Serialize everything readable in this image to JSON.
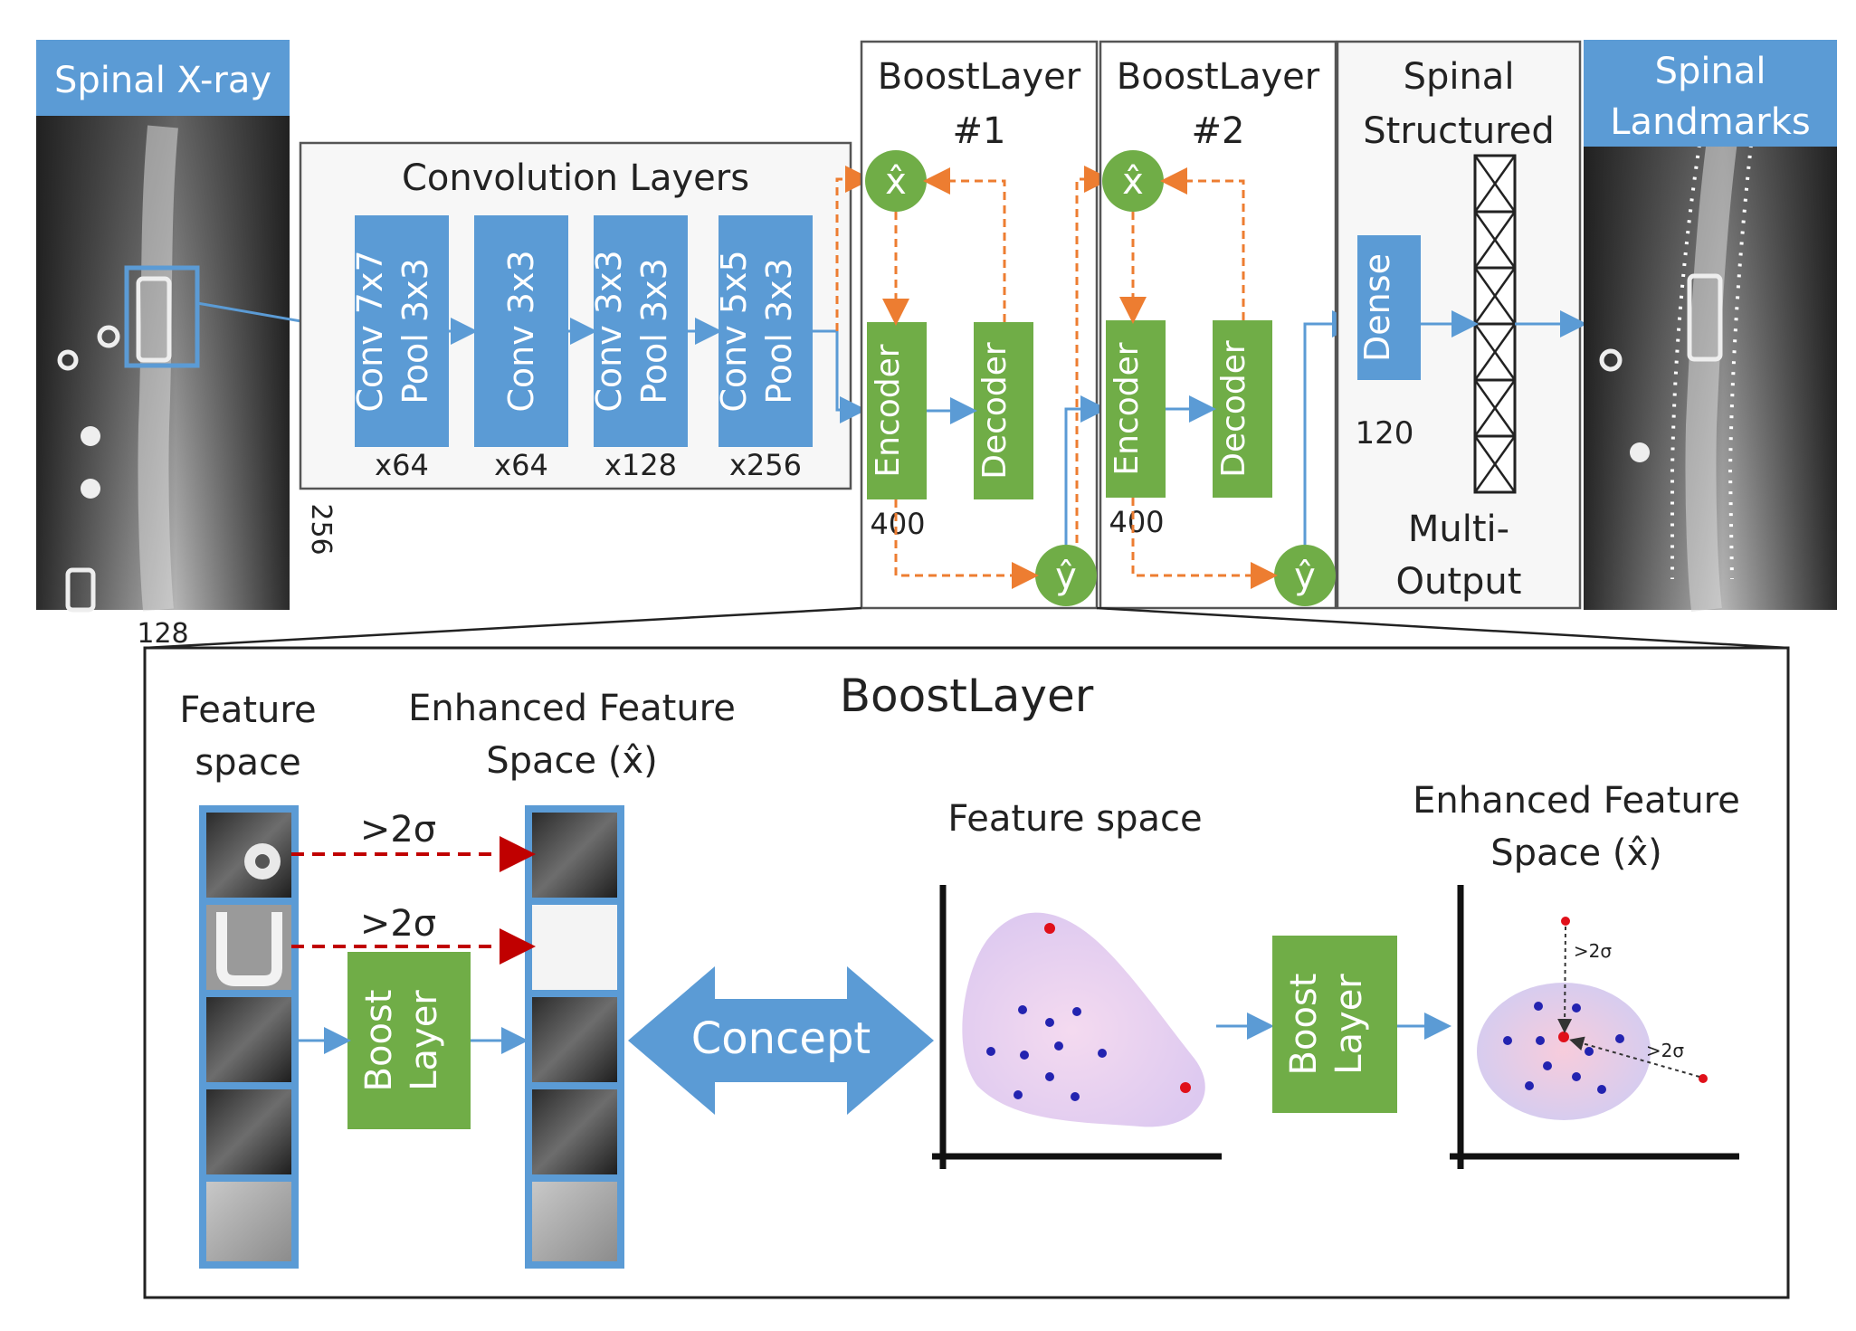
{
  "top": {
    "xray_label": "Spinal X-ray",
    "dim_256": "256",
    "dim_128": "128",
    "conv_title": "Convolution Layers",
    "conv_blocks": [
      {
        "line1": "Conv 7x7",
        "line2": "Pool 3x3",
        "count": "x64"
      },
      {
        "line1": "Conv 3x3",
        "line2": "",
        "count": "x64"
      },
      {
        "line1": "Conv 3x3",
        "line2": "Pool 3x3",
        "count": "x128"
      },
      {
        "line1": "Conv 5x5",
        "line2": "Pool 3x3",
        "count": "x256"
      }
    ],
    "boost1_title_a": "BoostLayer",
    "boost1_title_b": "#1",
    "boost2_title_a": "BoostLayer",
    "boost2_title_b": "#2",
    "x_hat": "x̂",
    "y_hat": "ŷ",
    "encoder": "Encoder",
    "decoder": "Decoder",
    "enc_units": "400",
    "spinal_title_a": "Spinal",
    "spinal_title_b": "Structured",
    "dense": "Dense",
    "dense_units": "120",
    "multi_a": "Multi-",
    "multi_b": "Output",
    "landmarks_a": "Spinal",
    "landmarks_b": "Landmarks"
  },
  "bottom": {
    "title": "BoostLayer",
    "feature_space_a": "Feature",
    "feature_space_b": "space",
    "enhanced_a": "Enhanced Feature",
    "enhanced_b": "Space (x̂)",
    "sigma": ">2σ",
    "boost_a": "Boost",
    "boost_b": "Layer",
    "concept": "Concept",
    "scatter_feature_title": "Feature space",
    "scatter_enhanced_a": "Enhanced Feature",
    "scatter_enhanced_b": "Space (x̂)",
    "small_sigma": ">2σ"
  },
  "colors": {
    "blue": "#5b9bd5",
    "green": "#70ad47",
    "orange": "#ed7d31",
    "red_dash": "#c00000"
  }
}
